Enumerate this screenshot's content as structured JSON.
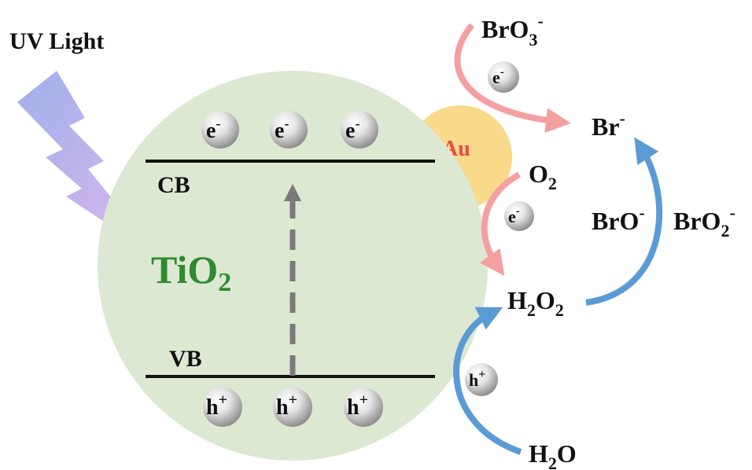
{
  "light": {
    "label": "UV Light"
  },
  "catalyst": {
    "name_main": "TiO",
    "name_sub": "2",
    "cb_label": "CB",
    "vb_label": "VB",
    "cocatalyst": "Au"
  },
  "carriers": {
    "electron_main": "e",
    "electron_sup": "-",
    "hole_main": "h",
    "hole_sup": "+"
  },
  "species": {
    "bromate_main": "BrO",
    "bromate_sub": "3",
    "bromate_sup": "-",
    "bromide_main": "Br",
    "bromide_sup": "-",
    "oxygen_main": "O",
    "oxygen_sub": "2",
    "h2o2_h": "H",
    "h2o2_sub1": "2",
    "h2o2_o": "O",
    "h2o2_sub2": "2",
    "water_h": "H",
    "water_sub": "2",
    "water_o": "O",
    "hypobromite_main": "BrO",
    "hypobromite_sup": "-",
    "bromite_main": "BrO",
    "bromite_sub": "2",
    "bromite_sup": "-"
  },
  "colors": {
    "particle_fill": "#dde8d3",
    "tio2_text": "#2e8b2e",
    "au_fill": "#f9d98a",
    "au_text": "#e84a4a",
    "reduction_arrow": "#f4a0a0",
    "oxidation_arrow": "#5b9bd5",
    "excitation_arrow": "#7a7a7a"
  }
}
